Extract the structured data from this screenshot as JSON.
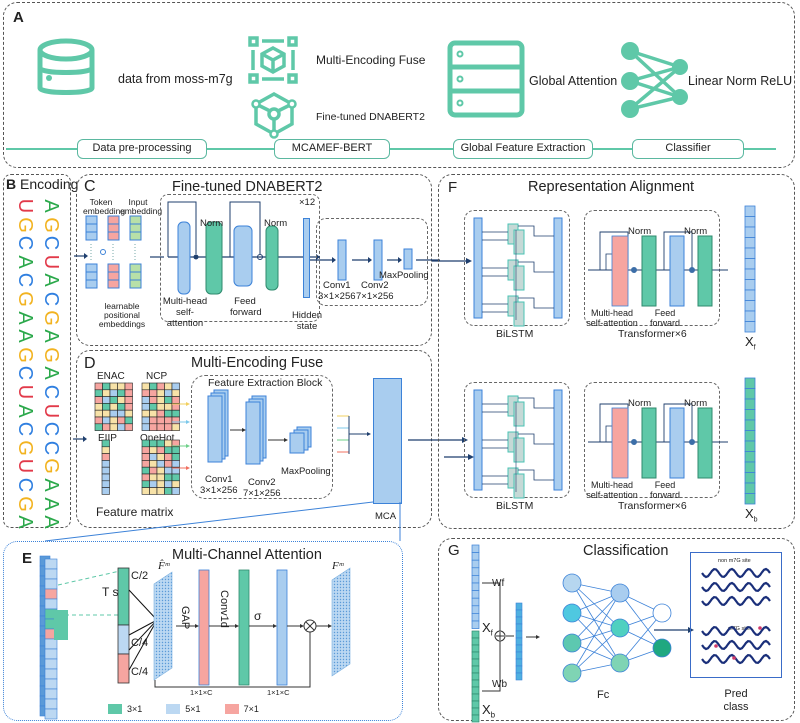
{
  "colors": {
    "teal": "#5fc8a8",
    "blue": "#a9cdef",
    "blue_stroke": "#3c82d8",
    "pink": "#f6a5a0",
    "yellow": "#f7e2a8",
    "nav": "#1f3f6e",
    "A": "#2aa84a",
    "C": "#2f7fe0",
    "G": "#f2b320",
    "U": "#e23a4a"
  },
  "panel_a": {
    "label": "A",
    "items": [
      {
        "icon": "database-icon",
        "text": "data from moss-m7g"
      },
      {
        "icon": "cube-frame-icon",
        "text": "Multi-Encoding Fuse"
      },
      {
        "icon": "network-cube-icon",
        "text": "Fine-tuned DNABERT2"
      },
      {
        "icon": "server-icon",
        "text": "Global Attention"
      },
      {
        "icon": "neural-net-icon",
        "text": "Linear Norm ReLU"
      }
    ],
    "stages": [
      "Data pre-processing",
      "MCAMEF-BERT",
      "Global Feature Extraction",
      "Classifier"
    ]
  },
  "panel_b": {
    "label": "B",
    "title": "Encoding",
    "col1": [
      "U",
      "G",
      "C",
      "A",
      "C",
      "G",
      "A",
      "A",
      "G",
      "C",
      "U",
      "A",
      "C",
      "G",
      "U",
      "C",
      "G",
      "A"
    ],
    "col2": [
      "A",
      "G",
      "C",
      "U",
      "A",
      "C",
      "G",
      "A",
      "G",
      "A",
      "C",
      "U",
      "C",
      "C",
      "G",
      "A",
      "A",
      "A"
    ]
  },
  "panel_c": {
    "label": "C",
    "title": "Fine-tuned DNABERT2",
    "token_embedding": "Token embedding",
    "input_embedding": "Input embedding",
    "positional": "learnable positional embeddings",
    "norm1": "Norm",
    "norm2": "Norm",
    "repeat": "×12",
    "mha": "Multi-head self-attention",
    "ff": "Feed forward",
    "hidden": "Hidden state",
    "conv1": "Conv1",
    "conv1_size": "3×1×256",
    "conv2": "Conv2",
    "conv2_size": "7×1×256",
    "maxpool": "MaxPooling"
  },
  "panel_d": {
    "label": "D",
    "title": "Multi-Encoding Fuse",
    "enac": "ENAC",
    "ncp": "NCP",
    "eiip": "EIIP",
    "onehot": "OneHot",
    "feature_matrix": "Feature matrix",
    "block_title": "Feature Extraction Block",
    "conv1": "Conv1",
    "conv1_size": "3×1×256",
    "conv2": "Conv2",
    "conv2_size": "7×1×256",
    "maxpool": "MaxPooling",
    "mca": "MCA"
  },
  "panel_e": {
    "label": "E",
    "title": "Multi-Channel Attention",
    "ts": "T s",
    "c2": "C/2",
    "c4a": "C/4",
    "c4b": "C/4",
    "f_hat": "F̂ᵐ",
    "f_out": "Fᵐ",
    "gap": "GAP",
    "conv1d": "Conv1d",
    "sigma": "σ",
    "dim1": "1×1×C",
    "dim2": "1×1×C",
    "legend": [
      {
        "label": "3×1",
        "color": "#5fc8a8"
      },
      {
        "label": "5×1",
        "color": "#bcd8f2"
      },
      {
        "label": "7×1",
        "color": "#f6a5a0"
      }
    ]
  },
  "panel_f": {
    "label": "F",
    "title": "Representation Alignment",
    "bilstm": "BiLSTM",
    "transformer": "Transformer×6",
    "norm": "Norm",
    "mha": "Multi-head self-attention",
    "ff": "Feed forward",
    "xf": "X",
    "xf_sub": "f",
    "xb": "X",
    "xb_sub": "b"
  },
  "panel_g": {
    "label": "G",
    "title": "Classification",
    "wf": "Wf",
    "wb": "Wb",
    "xf": "X",
    "xf_sub": "f",
    "xb": "X",
    "xb_sub": "b",
    "fc": "Fc",
    "non_site": "non m7G site",
    "site": "m7G site",
    "pred": "Pred class"
  }
}
